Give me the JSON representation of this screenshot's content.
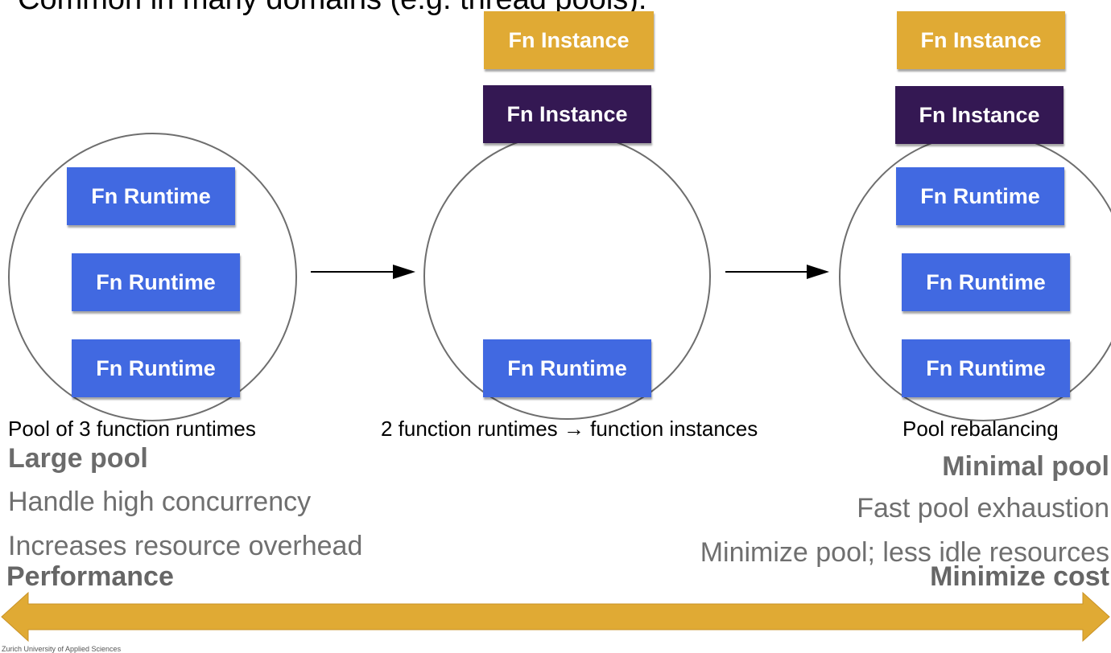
{
  "slide": {
    "title_fragment": "Common in many domains (e.g. thread pools).",
    "footer": "Zurich University of Applied Sciences"
  },
  "stage1": {
    "runtimes": [
      "Fn Runtime",
      "Fn Runtime",
      "Fn Runtime"
    ],
    "caption": "Pool of 3 function runtimes",
    "heading": "Large pool",
    "points": [
      "Handle high concurrency",
      "Increases resource overhead"
    ]
  },
  "stage2": {
    "instances": [
      "Fn Instance",
      "Fn Instance"
    ],
    "runtimes": [
      "Fn Runtime"
    ],
    "caption": "2 function runtimes → function instances"
  },
  "stage3": {
    "instances": [
      "Fn Instance",
      "Fn Instance"
    ],
    "runtimes": [
      "Fn Runtime",
      "Fn Runtime",
      "Fn Runtime"
    ],
    "caption": "Pool rebalancing",
    "heading": "Minimal pool",
    "points": [
      "Fast pool exhaustion",
      "Minimize pool; less idle resources"
    ]
  },
  "scale": {
    "left_label": "Performance",
    "right_label": "Minimize cost"
  },
  "colors": {
    "runtime": "#4169e1",
    "instance_gold": "#e0aa34",
    "instance_purple": "#341853",
    "scale_arrow": "#e0aa34"
  }
}
